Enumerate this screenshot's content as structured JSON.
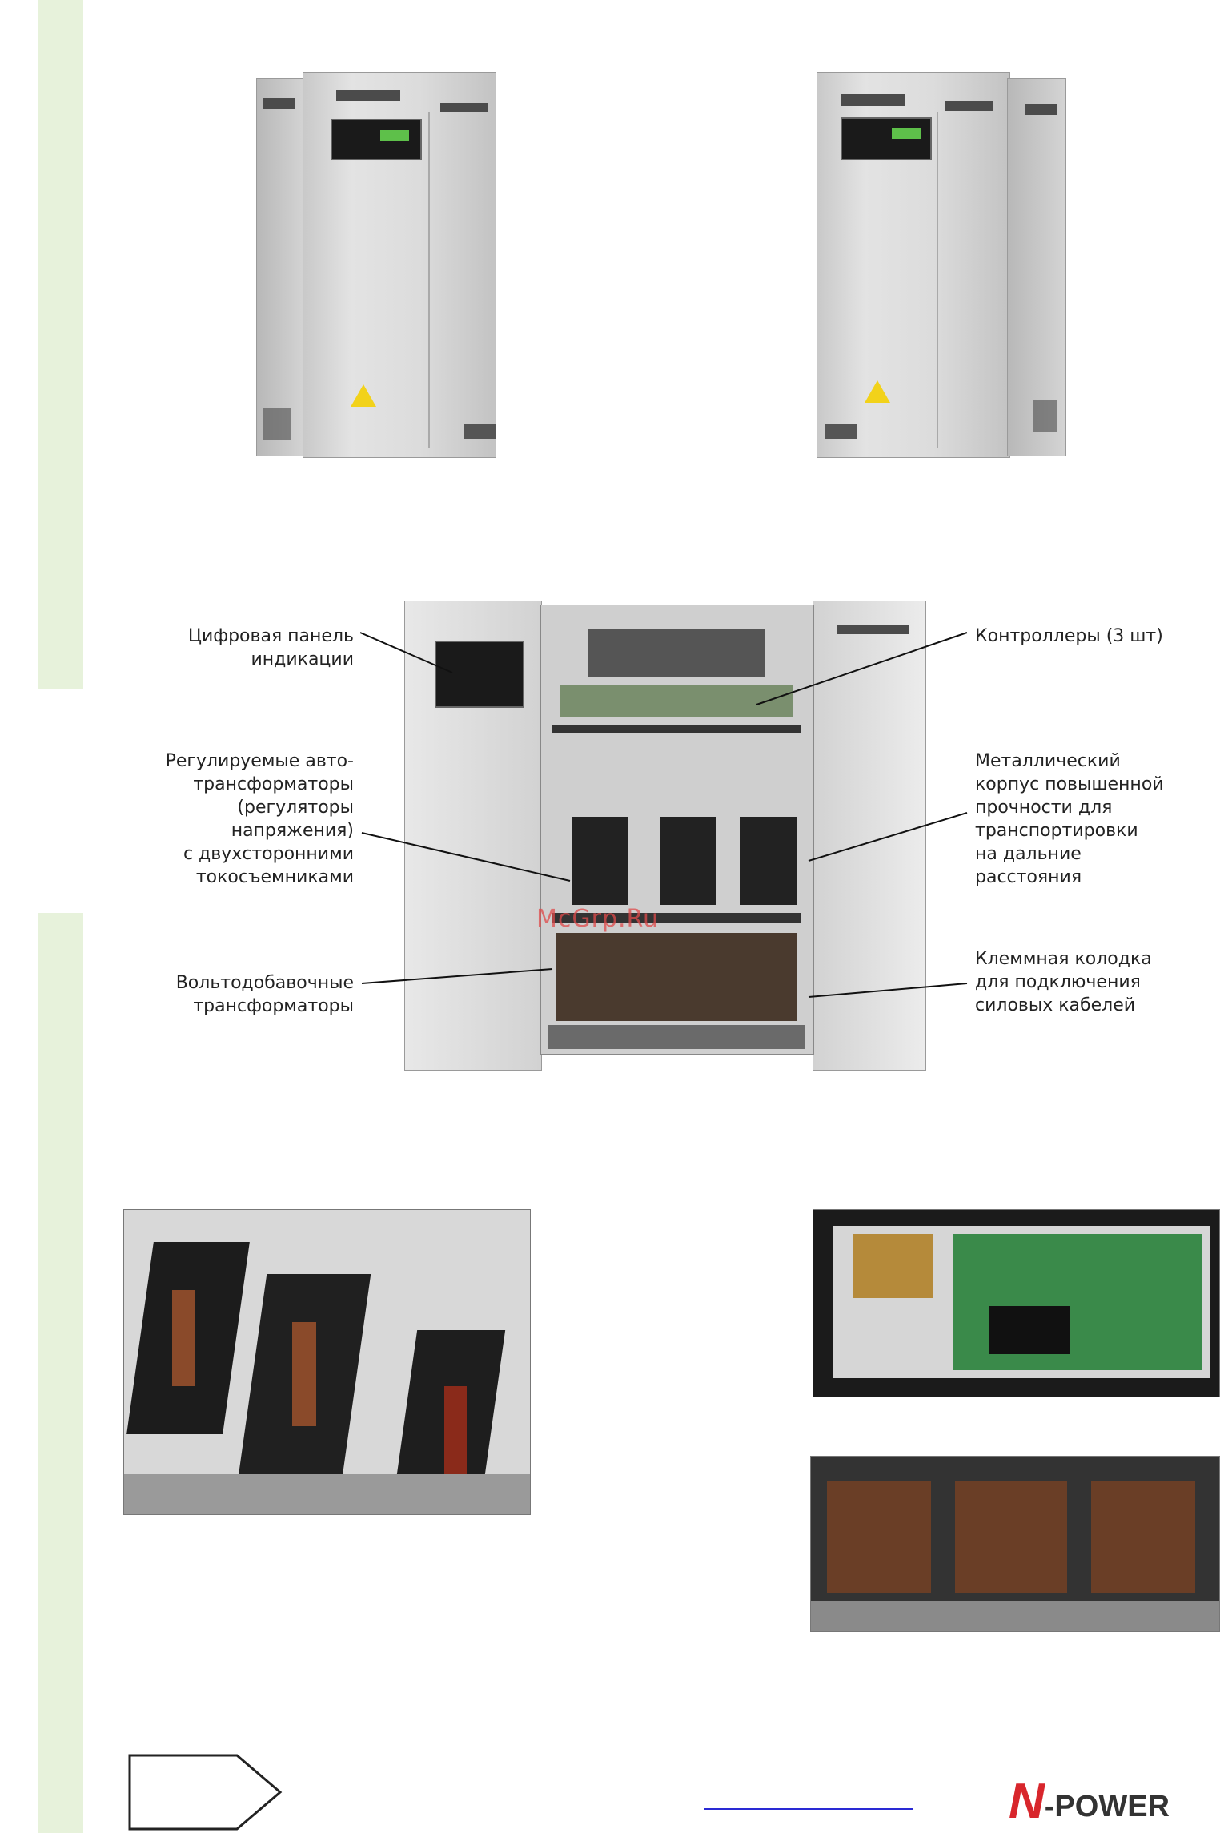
{
  "labels": {
    "display_panel": "Цифровая панель\nиндикации",
    "controllers": "Контроллеры (3 шт)",
    "regulators": "Регулируемые авто-\nтрансформаторы\n(регуляторы\nнапряжения)\nс двухсторонними\nтокосъемниками",
    "metal_case": "Металлический\nкорпус повышенной\nпрочности для\nтранспортировки\nна дальние\nрасстояния",
    "boost_transformers": "Вольтодобавочные\nтрансформаторы",
    "terminal_block": "Клеммная колодка\nдля подключения\nсиловых кабелей"
  },
  "watermark": "McGrp.Ru",
  "brand": {
    "letter": "N",
    "rest": "-POWER",
    "accent": "#d8262c"
  },
  "colors": {
    "side_strip": "#e7f2db",
    "cabinet": "#d9d9d9",
    "warning": "#f2d21a"
  }
}
